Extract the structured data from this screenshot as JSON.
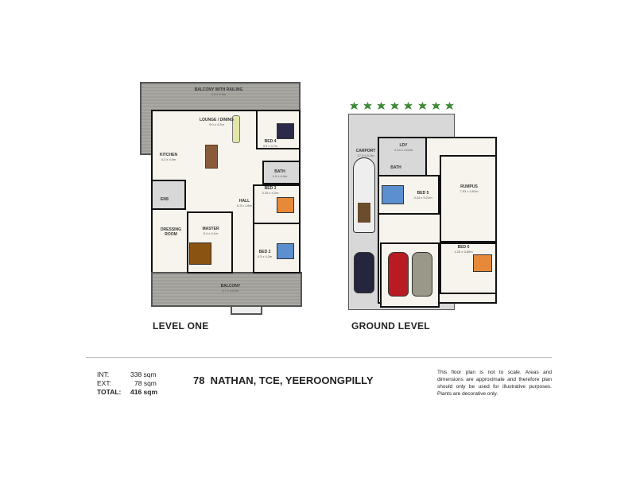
{
  "level_one": {
    "title": "LEVEL ONE",
    "rooms": [
      {
        "name": "BALCONY WITH RAILING",
        "dims": "2.5 x 9.4m"
      },
      {
        "name": "LOUNGE / DINING",
        "dims": "9.0 x 4.2m"
      },
      {
        "name": "BED 4",
        "dims": "3.5 x 3.7m"
      },
      {
        "name": "KITCHEN",
        "dims": "4.2 x 4.0m"
      },
      {
        "name": "BATH",
        "dims": "1.9 x 4.4m"
      },
      {
        "name": "BED 3",
        "dims": "3.25 x 4.2m"
      },
      {
        "name": "ENS",
        "dims": ""
      },
      {
        "name": "HALL",
        "dims": "6.3 x 1.8m"
      },
      {
        "name": "DRESSING ROOM",
        "dims": ""
      },
      {
        "name": "MASTER",
        "dims": "5.4 x 4.1m"
      },
      {
        "name": "BED 2",
        "dims": "4.3 x 4.2m"
      },
      {
        "name": "BALCONY",
        "dims": "2.7 x 13.2m"
      }
    ]
  },
  "ground_level": {
    "title": "GROUND LEVEL",
    "rooms": [
      {
        "name": "CARPORT",
        "dims": "17.3 x 9.2m"
      },
      {
        "name": "LDY",
        "dims": "2.14 x 4.04m"
      },
      {
        "name": "BATH",
        "dims": ""
      },
      {
        "name": "BED 5",
        "dims": "3.24 x 5.21m"
      },
      {
        "name": "RUMPUS",
        "dims": "7.63 x 4.92m"
      },
      {
        "name": "BED 6",
        "dims": "4.26 x 3.80m"
      }
    ]
  },
  "areas": [
    {
      "label": "INT:",
      "value": "338 sqm"
    },
    {
      "label": "EXT:",
      "value": "78 sqm"
    },
    {
      "label": "TOTAL:",
      "value": "416 sqm"
    }
  ],
  "address": "78  NATHAN, TCE, YEEROONGPILLY",
  "disclaimer": "This floor plan is not to scale. Areas and dimensions are approximate and therefore plan should only be used for illustrative purposes. Plants are decorative only.",
  "colors": {
    "deck": "#a9a8a2",
    "floor": "#f6f4ec",
    "tile": "#d8d8d8",
    "bed_blue": "#5b8fd0",
    "bed_orange": "#e68a3a",
    "bed_brown": "#8a5312",
    "bed_navy": "#2b2a4a"
  }
}
